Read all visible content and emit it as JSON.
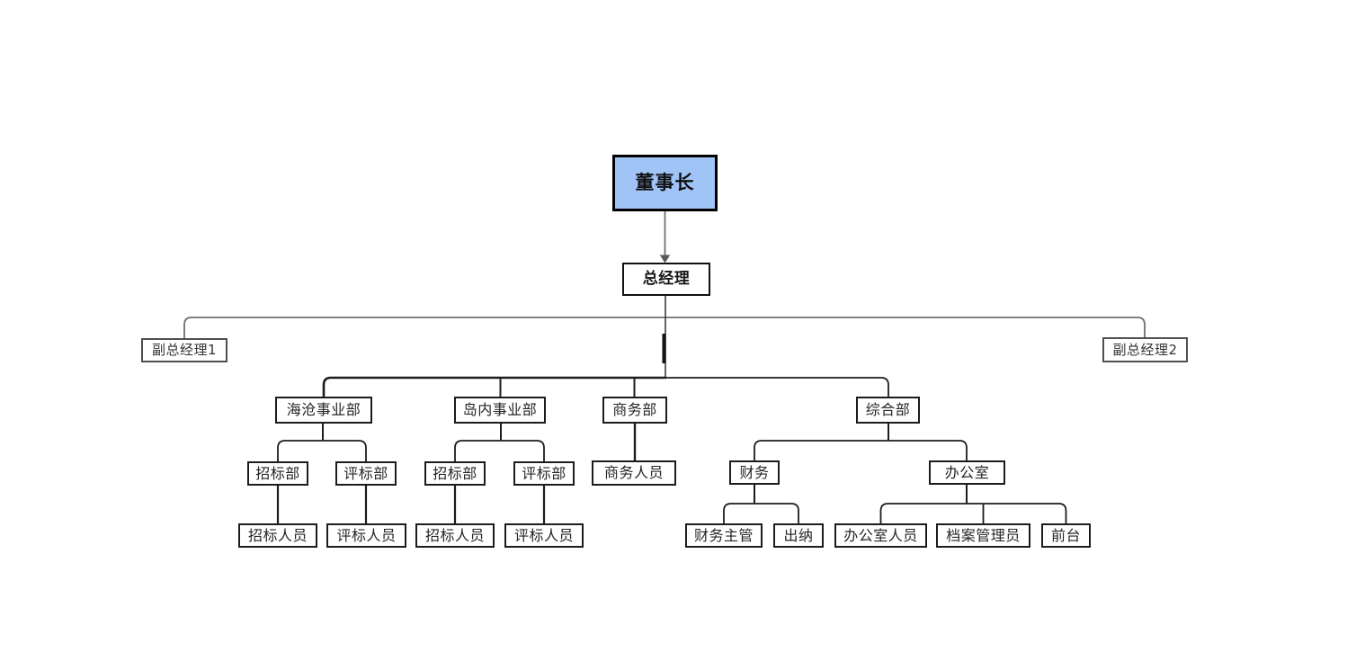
{
  "diagram": {
    "type": "org-chart",
    "language": "zh-CN",
    "background": "#ffffff"
  },
  "colors": {
    "chairman_fill": "#a1c4f7",
    "box_border": "#1c1c1c",
    "deputy_border": "#4f4f4f",
    "gray_connector": "#6e6e6e",
    "black_connector": "#1c1c1c",
    "text": "#262626"
  },
  "nodes": [
    {
      "id": "chairman",
      "label": "董事长",
      "parent": null
    },
    {
      "id": "general-manager",
      "label": "总经理",
      "parent": "chairman"
    },
    {
      "id": "deputy-gm-1",
      "label": "副总经理1",
      "parent": "general-manager"
    },
    {
      "id": "deputy-gm-2",
      "label": "副总经理2",
      "parent": "general-manager"
    },
    {
      "id": "haicang-division",
      "label": "海沧事业部",
      "parent": "general-manager"
    },
    {
      "id": "daonei-division",
      "label": "岛内事业部",
      "parent": "general-manager"
    },
    {
      "id": "commerce-dept",
      "label": "商务部",
      "parent": "general-manager"
    },
    {
      "id": "general-affairs-dept",
      "label": "综合部",
      "parent": "general-manager"
    },
    {
      "id": "tender-dept-haicang",
      "label": "招标部",
      "parent": "haicang-division"
    },
    {
      "id": "evaluation-dept-haicang",
      "label": "评标部",
      "parent": "haicang-division"
    },
    {
      "id": "tender-dept-daonei",
      "label": "招标部",
      "parent": "daonei-division"
    },
    {
      "id": "evaluation-dept-daonei",
      "label": "评标部",
      "parent": "daonei-division"
    },
    {
      "id": "commerce-staff",
      "label": "商务人员",
      "parent": "commerce-dept"
    },
    {
      "id": "finance",
      "label": "财务",
      "parent": "general-affairs-dept"
    },
    {
      "id": "office",
      "label": "办公室",
      "parent": "general-affairs-dept"
    },
    {
      "id": "tender-staff-haicang",
      "label": "招标人员",
      "parent": "tender-dept-haicang"
    },
    {
      "id": "evaluation-staff-haicang",
      "label": "评标人员",
      "parent": "evaluation-dept-haicang"
    },
    {
      "id": "tender-staff-daonei",
      "label": "招标人员",
      "parent": "tender-dept-daonei"
    },
    {
      "id": "evaluation-staff-daonei",
      "label": "评标人员",
      "parent": "evaluation-dept-daonei"
    },
    {
      "id": "finance-manager",
      "label": "财务主管",
      "parent": "finance"
    },
    {
      "id": "cashier",
      "label": "出纳",
      "parent": "finance"
    },
    {
      "id": "office-staff",
      "label": "办公室人员",
      "parent": "office"
    },
    {
      "id": "archive-manager",
      "label": "档案管理员",
      "parent": "office"
    },
    {
      "id": "receptionist",
      "label": "前台",
      "parent": "office"
    }
  ]
}
